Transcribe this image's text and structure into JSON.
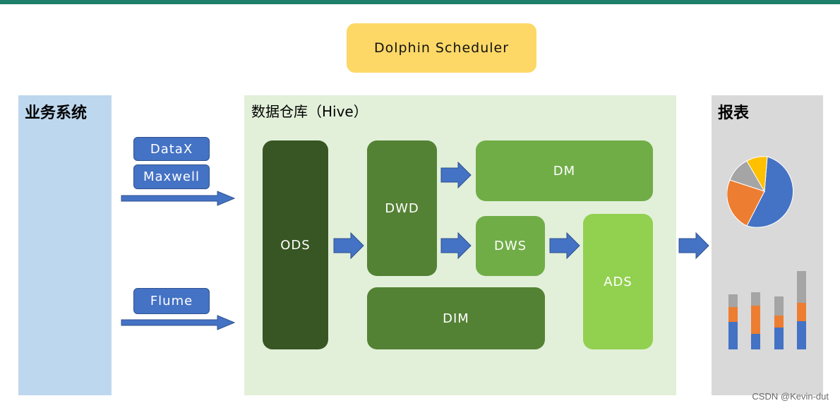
{
  "scheduler": {
    "label": "Dolphin Scheduler"
  },
  "business": {
    "title": "业务系统",
    "tools": [
      {
        "label": "DataX"
      },
      {
        "label": "Maxwell"
      },
      {
        "label": "Flume"
      }
    ]
  },
  "warehouse": {
    "title": "数据仓库（Hive）",
    "layers": {
      "ods": "ODS",
      "dwd": "DWD",
      "dm": "DM",
      "dws": "DWS",
      "ads": "ADS",
      "dim": "DIM"
    }
  },
  "report": {
    "title": "报表",
    "pie_colors": [
      "#4472c4",
      "#ed7d31",
      "#a5a5a5",
      "#ffc000"
    ],
    "bar_colors": [
      "#4472c4",
      "#ed7d31",
      "#a5a5a5"
    ]
  },
  "watermark": "CSDN @Kevin-dut",
  "colors": {
    "ods": "#375623",
    "dwd": "#548235",
    "dim": "#548235",
    "dm": "#70ad47",
    "dws": "#70ad47",
    "ads": "#92d050",
    "arrow": "#4472c4"
  }
}
